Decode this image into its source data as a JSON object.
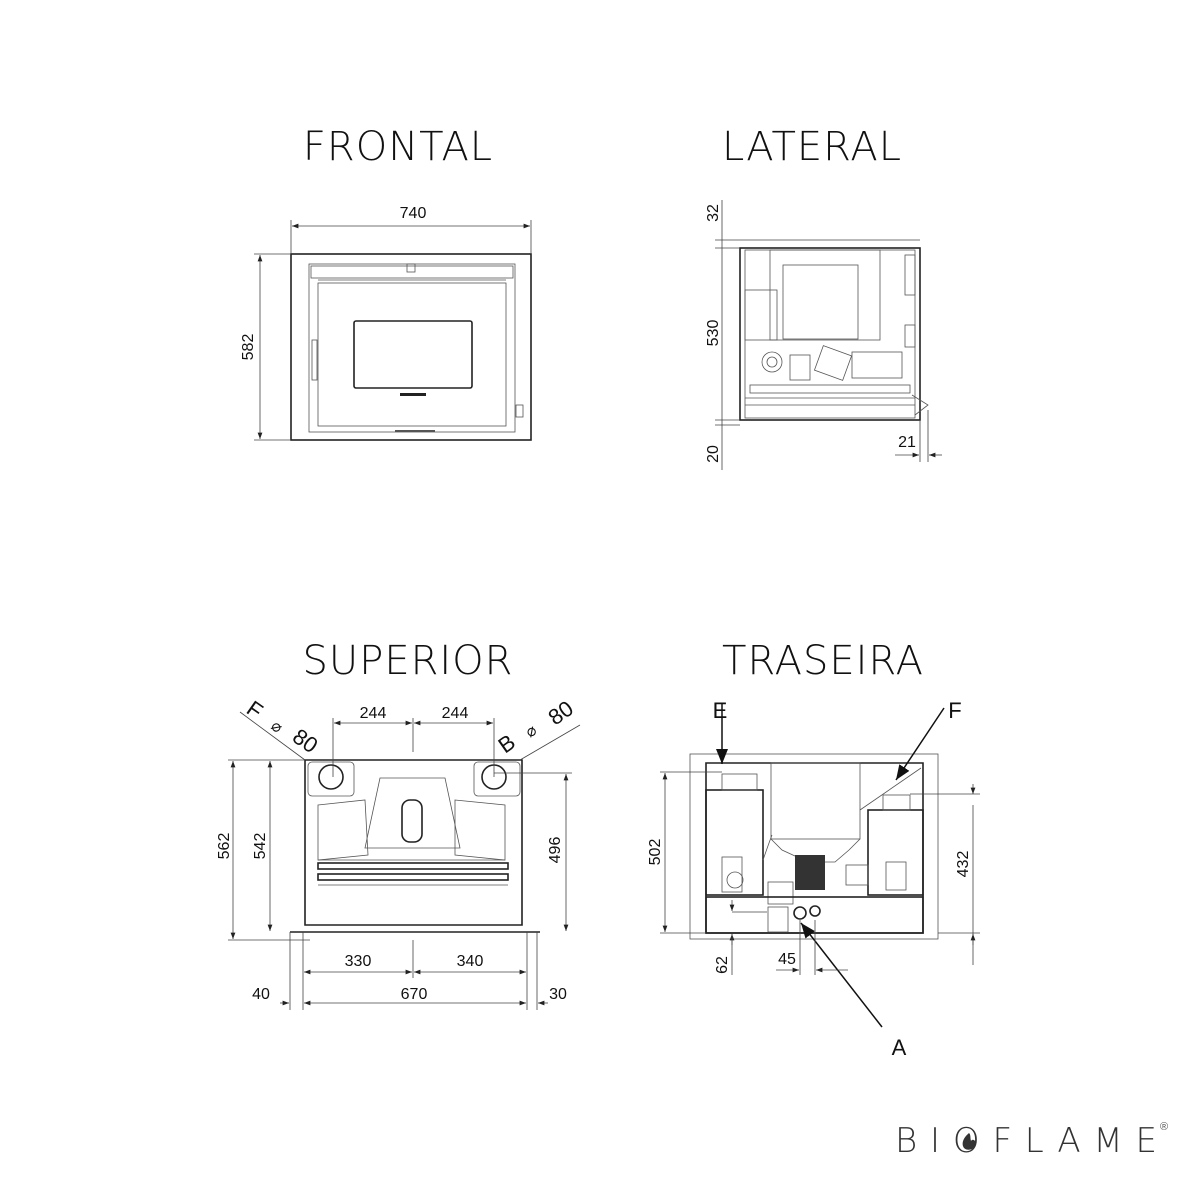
{
  "views": {
    "frontal": {
      "title": "FRONTAL",
      "width": "740",
      "height": "582"
    },
    "lateral": {
      "title": "LATERAL",
      "top": "32",
      "height": "530",
      "bottom": "20",
      "offset": "21"
    },
    "superior": {
      "title": "SUPERIOR",
      "flue_left": {
        "label": "F",
        "diameter_symbol": "⌀",
        "diameter": "80"
      },
      "flue_right": {
        "label": "B",
        "diameter_symbol": "⌀",
        "diameter": "80"
      },
      "top_left": "244",
      "top_right": "244",
      "depth_total": "562",
      "depth_body": "542",
      "depth_outlet": "496",
      "bottom_left": "330",
      "bottom_right": "340",
      "margin_left": "40",
      "width": "670",
      "margin_right": "30"
    },
    "traseira": {
      "title": "TRASEIRA",
      "marker_e": "E",
      "marker_f": "F",
      "marker_a": "A",
      "height_left": "502",
      "height_right": "432",
      "offset_bottom": "62",
      "offset_side": "45"
    }
  },
  "brand": {
    "name": "BIOFLAME",
    "registered": "®"
  }
}
